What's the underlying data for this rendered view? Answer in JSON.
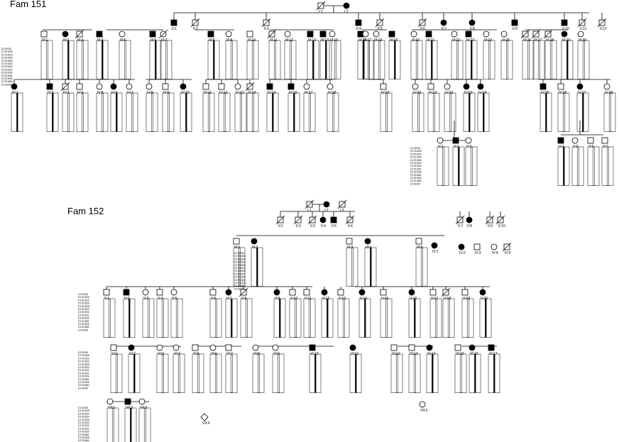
{
  "families": [
    {
      "title": "Fam 151",
      "individuals": [
        "I:1",
        "I:2",
        "II:1",
        "II:2",
        "II:3",
        "II:4",
        "II:5",
        "II:6",
        "II:7",
        "II:8",
        "II:9",
        "II:10",
        "II:11",
        "II:12",
        "III:1",
        "III:2",
        "III:3",
        "III:4",
        "III:5",
        "III:6",
        "III:7",
        "III:8",
        "III:9",
        "III:10",
        "III:11",
        "III:12",
        "III:13",
        "III:14",
        "III:15",
        "III:16",
        "III:17",
        "III:18",
        "III:19",
        "III:20",
        "III:21",
        "III:22",
        "III:23",
        "III:24",
        "III:25",
        "III:26",
        "III:27",
        "III:28",
        "III:29",
        "III:30",
        "IV:1",
        "IV:2",
        "IV:3",
        "IV:4",
        "IV:5",
        "IV:6",
        "IV:7",
        "IV:8",
        "IV:9",
        "IV:10",
        "IV:11",
        "IV:12",
        "IV:13",
        "IV:14",
        "IV:15",
        "IV:16",
        "IV:17",
        "IV:18",
        "IV:19",
        "IV:20",
        "IV:21",
        "IV:22",
        "IV:23",
        "IV:24",
        "IV:25",
        "IV:26",
        "IV:27",
        "IV:28",
        "V:1",
        "V:2",
        "V:3",
        "V:4",
        "V:5",
        "V:6",
        "V:7"
      ],
      "markers": [
        "D17S928",
        "D17S1828",
        "D17S1529",
        "D17S1534",
        "D17S1828",
        "D17S1533",
        "D17S1532",
        "D17S1531",
        "D17S1530",
        "D17S1881",
        "D17S1528",
        "D17S1884",
        "D17S945"
      ]
    },
    {
      "title": "Fam 152",
      "individuals": [
        "I:1",
        "I:2",
        "I:3",
        "II:1",
        "II:2",
        "II:3",
        "II:4",
        "II:5",
        "II:6",
        "II:7",
        "II:8",
        "II:9",
        "II:10",
        "III:1",
        "III:2",
        "III:3",
        "III:4",
        "III:5",
        "IV:1",
        "IV:2",
        "IV:3",
        "IV:4",
        "IV:5",
        "V:1",
        "V:2",
        "V:3",
        "V:4",
        "V:5",
        "V:6",
        "V:7",
        "V:8",
        "V:9",
        "V:10",
        "V:11",
        "V:12",
        "V:13",
        "V:14",
        "V:15",
        "V:16",
        "V:17",
        "V:18",
        "V:19",
        "V:20",
        "VI:1",
        "VI:2",
        "VI:3",
        "VI:4",
        "VI:5",
        "VI:6",
        "VI:7",
        "VI:8",
        "VI:9",
        "VI:10",
        "VI:11",
        "VI:12",
        "VI:13",
        "VI:14",
        "VI:15",
        "VI:16",
        "VI:17",
        "VII:1",
        "VII:2",
        "VII:3",
        "VII:4",
        "VII:5"
      ],
      "markers": [
        "D17S928",
        "D17S1828",
        "D17S1529",
        "D17S1534",
        "D17S1828",
        "D17S1533",
        "D17S1532",
        "D17S1531",
        "D17S1530",
        "D17S1881",
        "D17S1528",
        "D17S1884",
        "D17S945"
      ]
    }
  ]
}
